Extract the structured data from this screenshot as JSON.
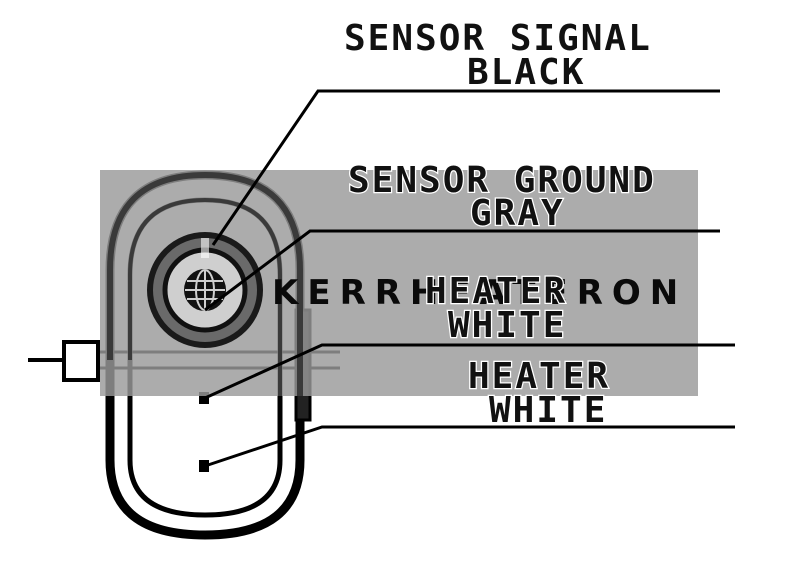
{
  "labels": {
    "sensor_signal": "SENSOR SIGNAL",
    "black": "BLACK",
    "sensor_ground": "SENSOR GROUND",
    "gray": "GRAY",
    "heater_1": "HEATER",
    "white_1": "WHITE",
    "heater_2": "HEATER",
    "white_2": "WHITE"
  },
  "watermark": {
    "brand": "KERRHEATERON",
    "icon": "globe-icon"
  },
  "colors": {
    "line": "#000000",
    "watermark_overlay": "#9a9a9a",
    "background": "#ffffff"
  }
}
